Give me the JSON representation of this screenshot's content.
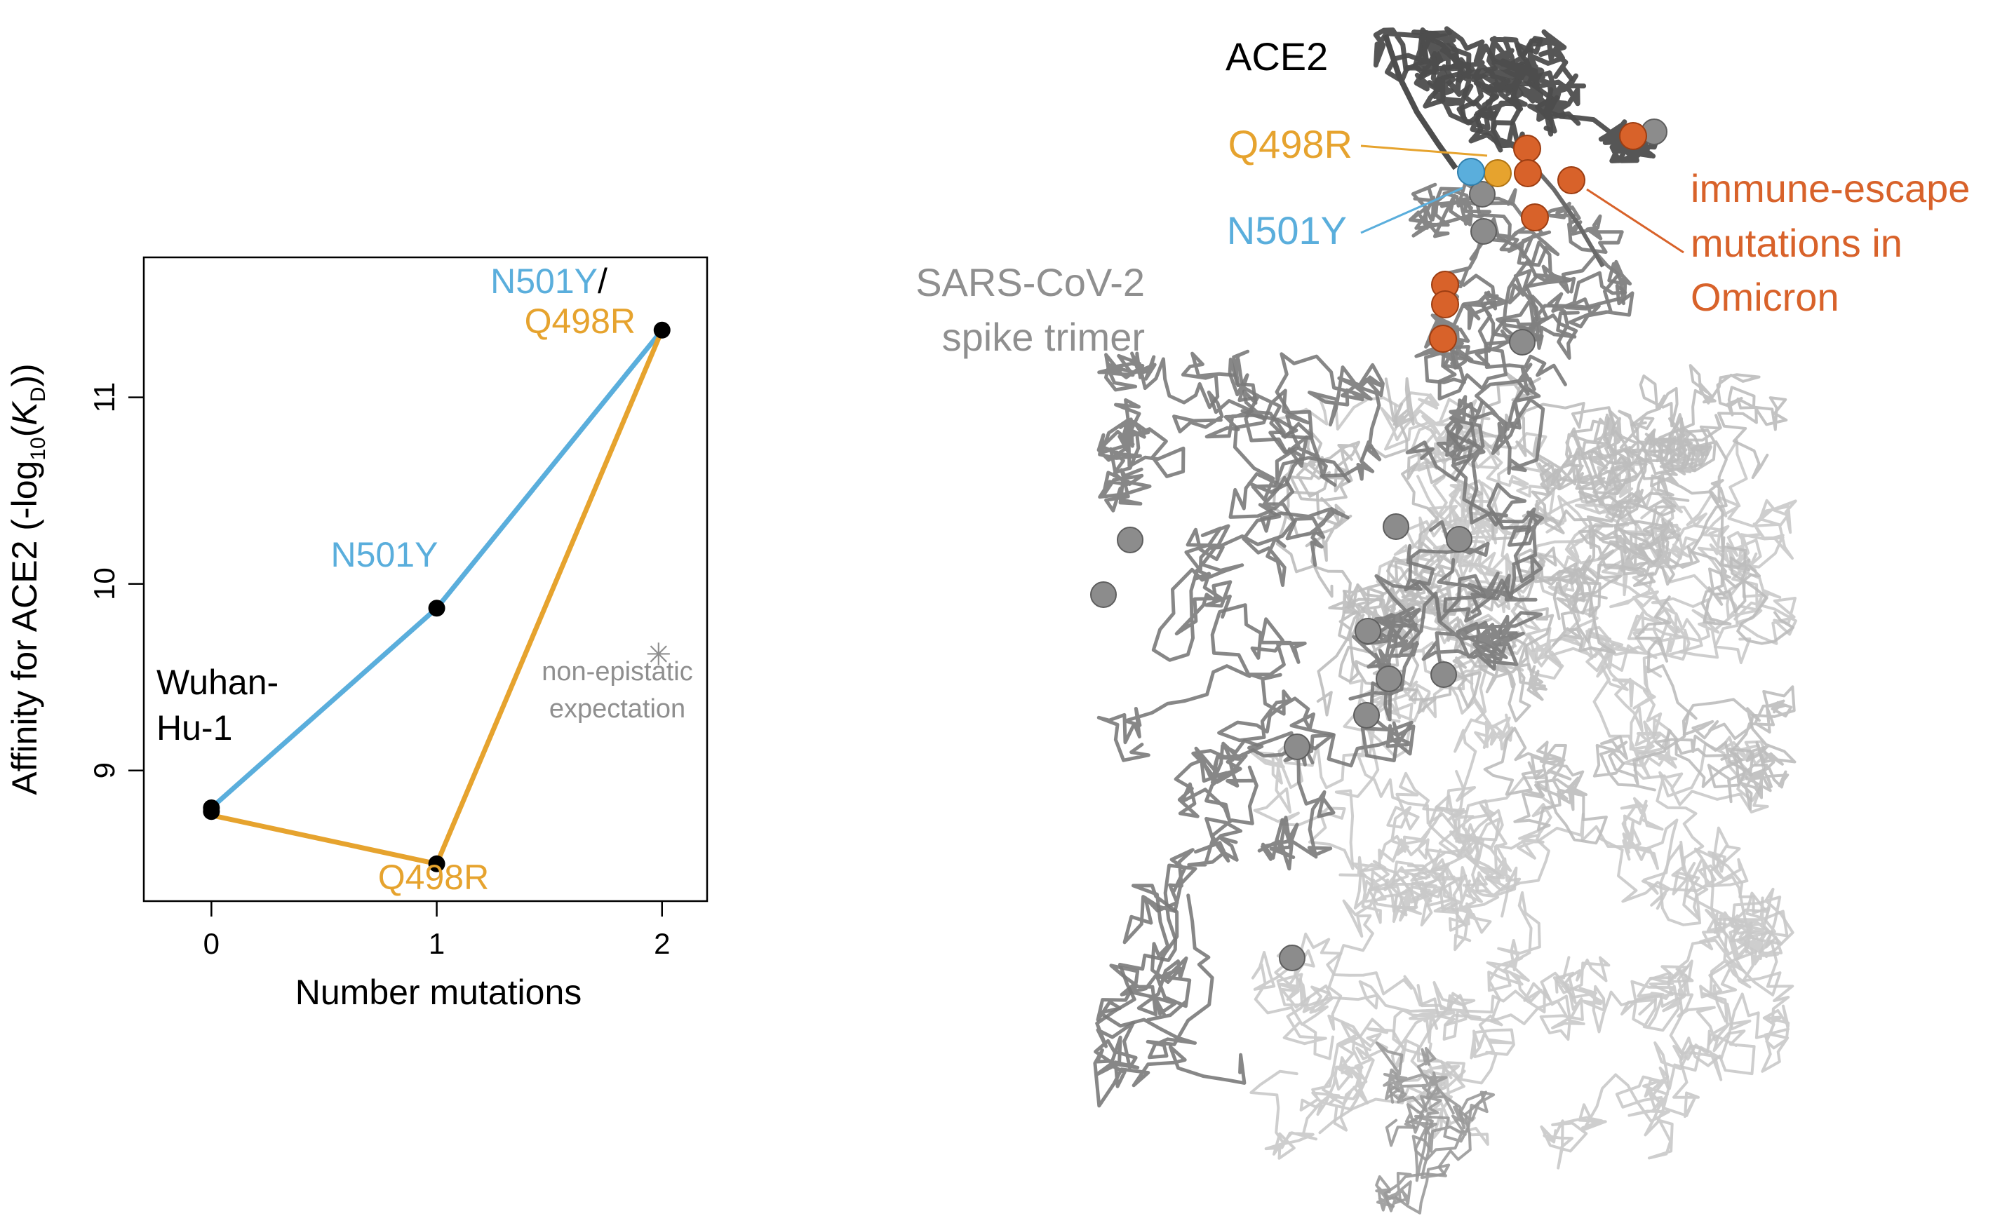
{
  "colors": {
    "blue": "#5aaedc",
    "orange": "#e6a32e",
    "escape": "#d8622a",
    "black": "#000000",
    "grey_label": "#8f8f8f",
    "structure": "#555555"
  },
  "chart_data": {
    "type": "line",
    "xlabel": "Number mutations",
    "ylabel_prefix": "Affinity for ACE2 (-log",
    "ylabel_sub10": "10",
    "ylabel_open": "(",
    "ylabel_K": "K",
    "ylabel_subD": "D",
    "ylabel_suffix": "))",
    "xlim": [
      -0.3,
      2.2
    ],
    "ylim": [
      8.3,
      11.75
    ],
    "x_ticks": [
      0,
      1,
      2
    ],
    "y_ticks": [
      9,
      10,
      11
    ],
    "grid": false,
    "points": [
      {
        "name": "Wuhan-Hu-1",
        "x": 0,
        "y": 8.78
      },
      {
        "name": "N501Y",
        "x": 1,
        "y": 9.87
      },
      {
        "name": "Q498R",
        "x": 1,
        "y": 8.5
      },
      {
        "name": "N501Y/Q498R",
        "x": 2,
        "y": 11.36
      }
    ],
    "series": [
      {
        "color": "blue",
        "x": [
          0,
          1,
          2
        ],
        "y": [
          8.8,
          9.87,
          11.36
        ]
      },
      {
        "color": "orange",
        "x": [
          0,
          1,
          2
        ],
        "y": [
          8.76,
          8.5,
          11.36
        ]
      }
    ],
    "point_labels": {
      "wuhan_line1": "Wuhan-",
      "wuhan_line2": "Hu-1",
      "n501y": "N501Y",
      "q498r": "Q498R",
      "double_top": "N501Y",
      "double_slash": "/",
      "double_bottom": "Q498R"
    },
    "expectation": {
      "x": 2,
      "y": 9.62,
      "marker": "✳",
      "line1": "non-epistatic",
      "line2": "expectation"
    }
  },
  "structure": {
    "ace2_label": "ACE2",
    "spike_line1": "SARS-CoV-2",
    "spike_line2": "spike trimer",
    "q498r_label": "Q498R",
    "n501y_label": "N501Y",
    "escape_line1": "immune-escape",
    "escape_line2": "mutations in",
    "escape_line3": "Omicron"
  }
}
